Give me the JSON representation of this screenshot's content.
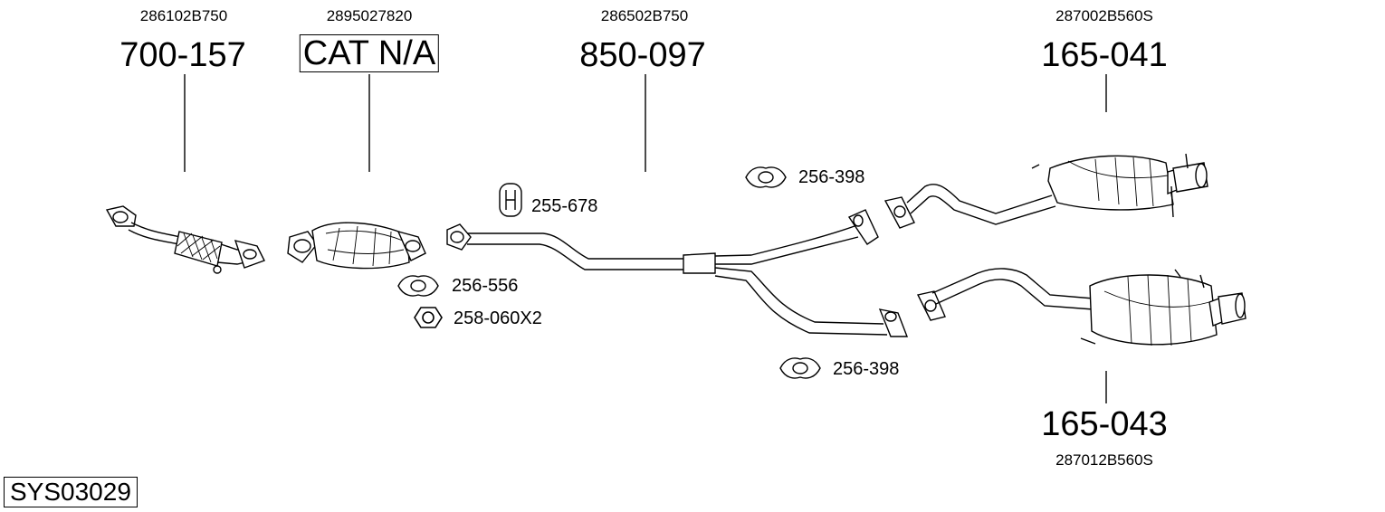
{
  "parts": [
    {
      "oem": "286102B750",
      "number": "700-157",
      "boxed": false
    },
    {
      "oem": "2895027820",
      "number": "CAT N/A",
      "boxed": true
    },
    {
      "oem": "286502B750",
      "number": "850-097",
      "boxed": false
    },
    {
      "oem": "287002B560S",
      "number": "165-041",
      "boxed": false
    },
    {
      "oem": "287012B560S",
      "number": "165-043",
      "boxed": false
    }
  ],
  "accessories": [
    {
      "number": "255-678",
      "icon": "hanger-icon"
    },
    {
      "number": "256-398",
      "icon": "gasket-icon"
    },
    {
      "number": "256-556",
      "icon": "gasket-icon"
    },
    {
      "number": "258-060X2",
      "icon": "nut-icon"
    },
    {
      "number": "256-398",
      "icon": "gasket-icon"
    }
  ],
  "system_code": "SYS03029"
}
